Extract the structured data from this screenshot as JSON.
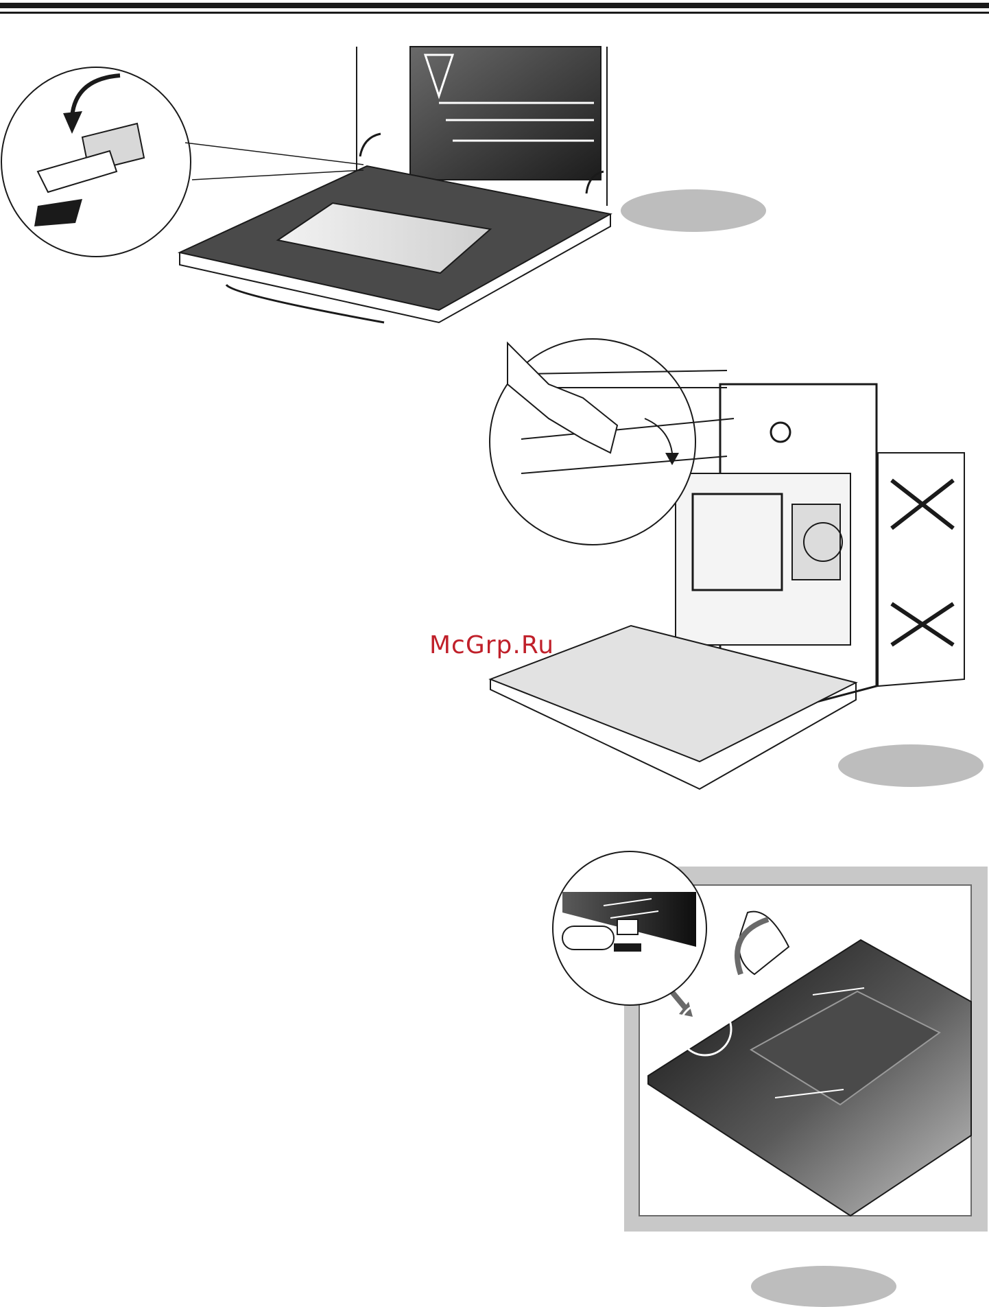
{
  "watermark": {
    "text": "McGrp.Ru",
    "color": "#c0202a"
  },
  "colors": {
    "ink": "#1a1a1a",
    "label_oval": "#bdbdbd",
    "frame_gray": "#c8c8c8"
  },
  "figures": [
    {
      "id": "door-hinge-removal",
      "icon": "oven-door-hinge-illustration"
    },
    {
      "id": "shelf-rail-removal",
      "icon": "oven-open-shelf-illustration"
    },
    {
      "id": "door-glass-removal",
      "icon": "oven-door-glass-illustration"
    }
  ]
}
